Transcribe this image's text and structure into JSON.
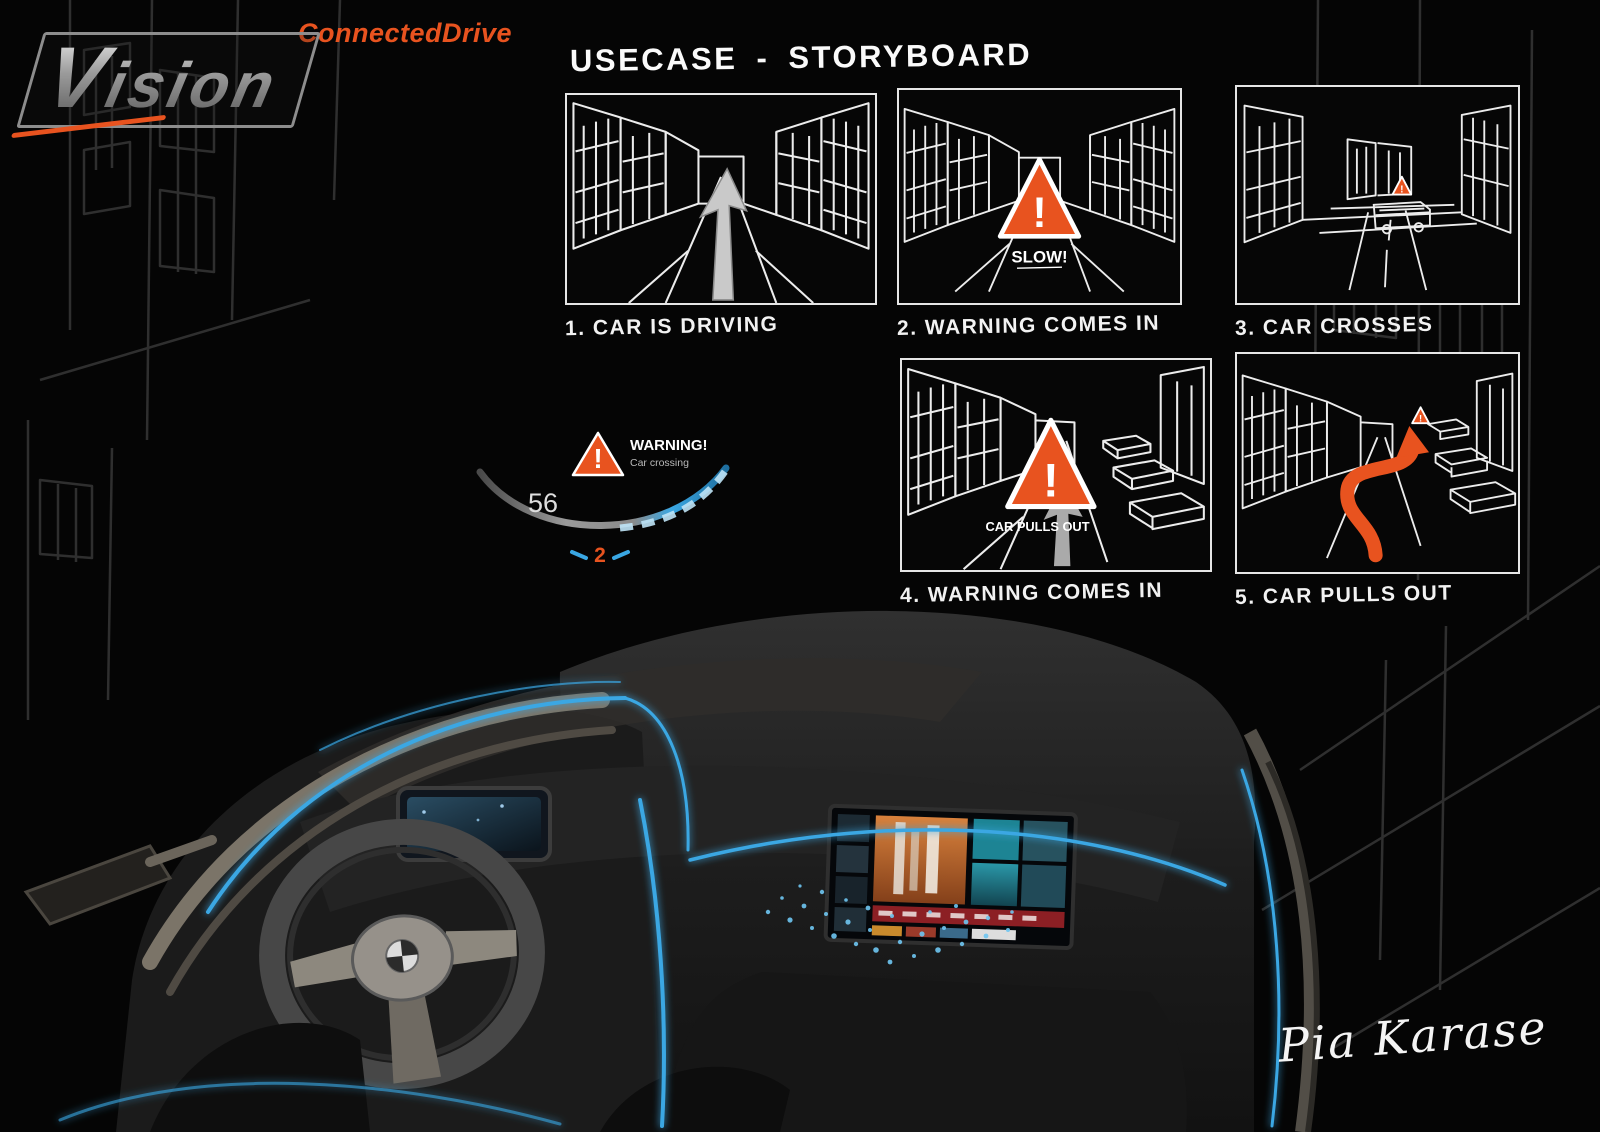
{
  "logo": {
    "wordmark": "Vision",
    "subbrand": "ConnectedDrive"
  },
  "title": "USECASE - STORYBOARD",
  "glyphs": {
    "exclamation": "!"
  },
  "storyboard": {
    "panels": [
      {
        "caption": "1. CAR IS DRIVING"
      },
      {
        "caption": "2. WARNING COMES IN",
        "label": "SLOW!"
      },
      {
        "caption": "3. CAR CROSSES"
      },
      {
        "caption": "4. WARNING COMES IN",
        "label": "CAR PULLS OUT"
      },
      {
        "caption": "5. CAR PULLS OUT"
      }
    ]
  },
  "hud": {
    "speed": "56",
    "gear": "2",
    "warning_title": "WARNING!",
    "warning_subtitle": "Car crossing"
  },
  "signature": "Pia Karase",
  "colors": {
    "accent_orange": "#e8531f",
    "accent_blue": "#3aa7e3",
    "sketch_line": "#efefef",
    "background": "#050505"
  }
}
